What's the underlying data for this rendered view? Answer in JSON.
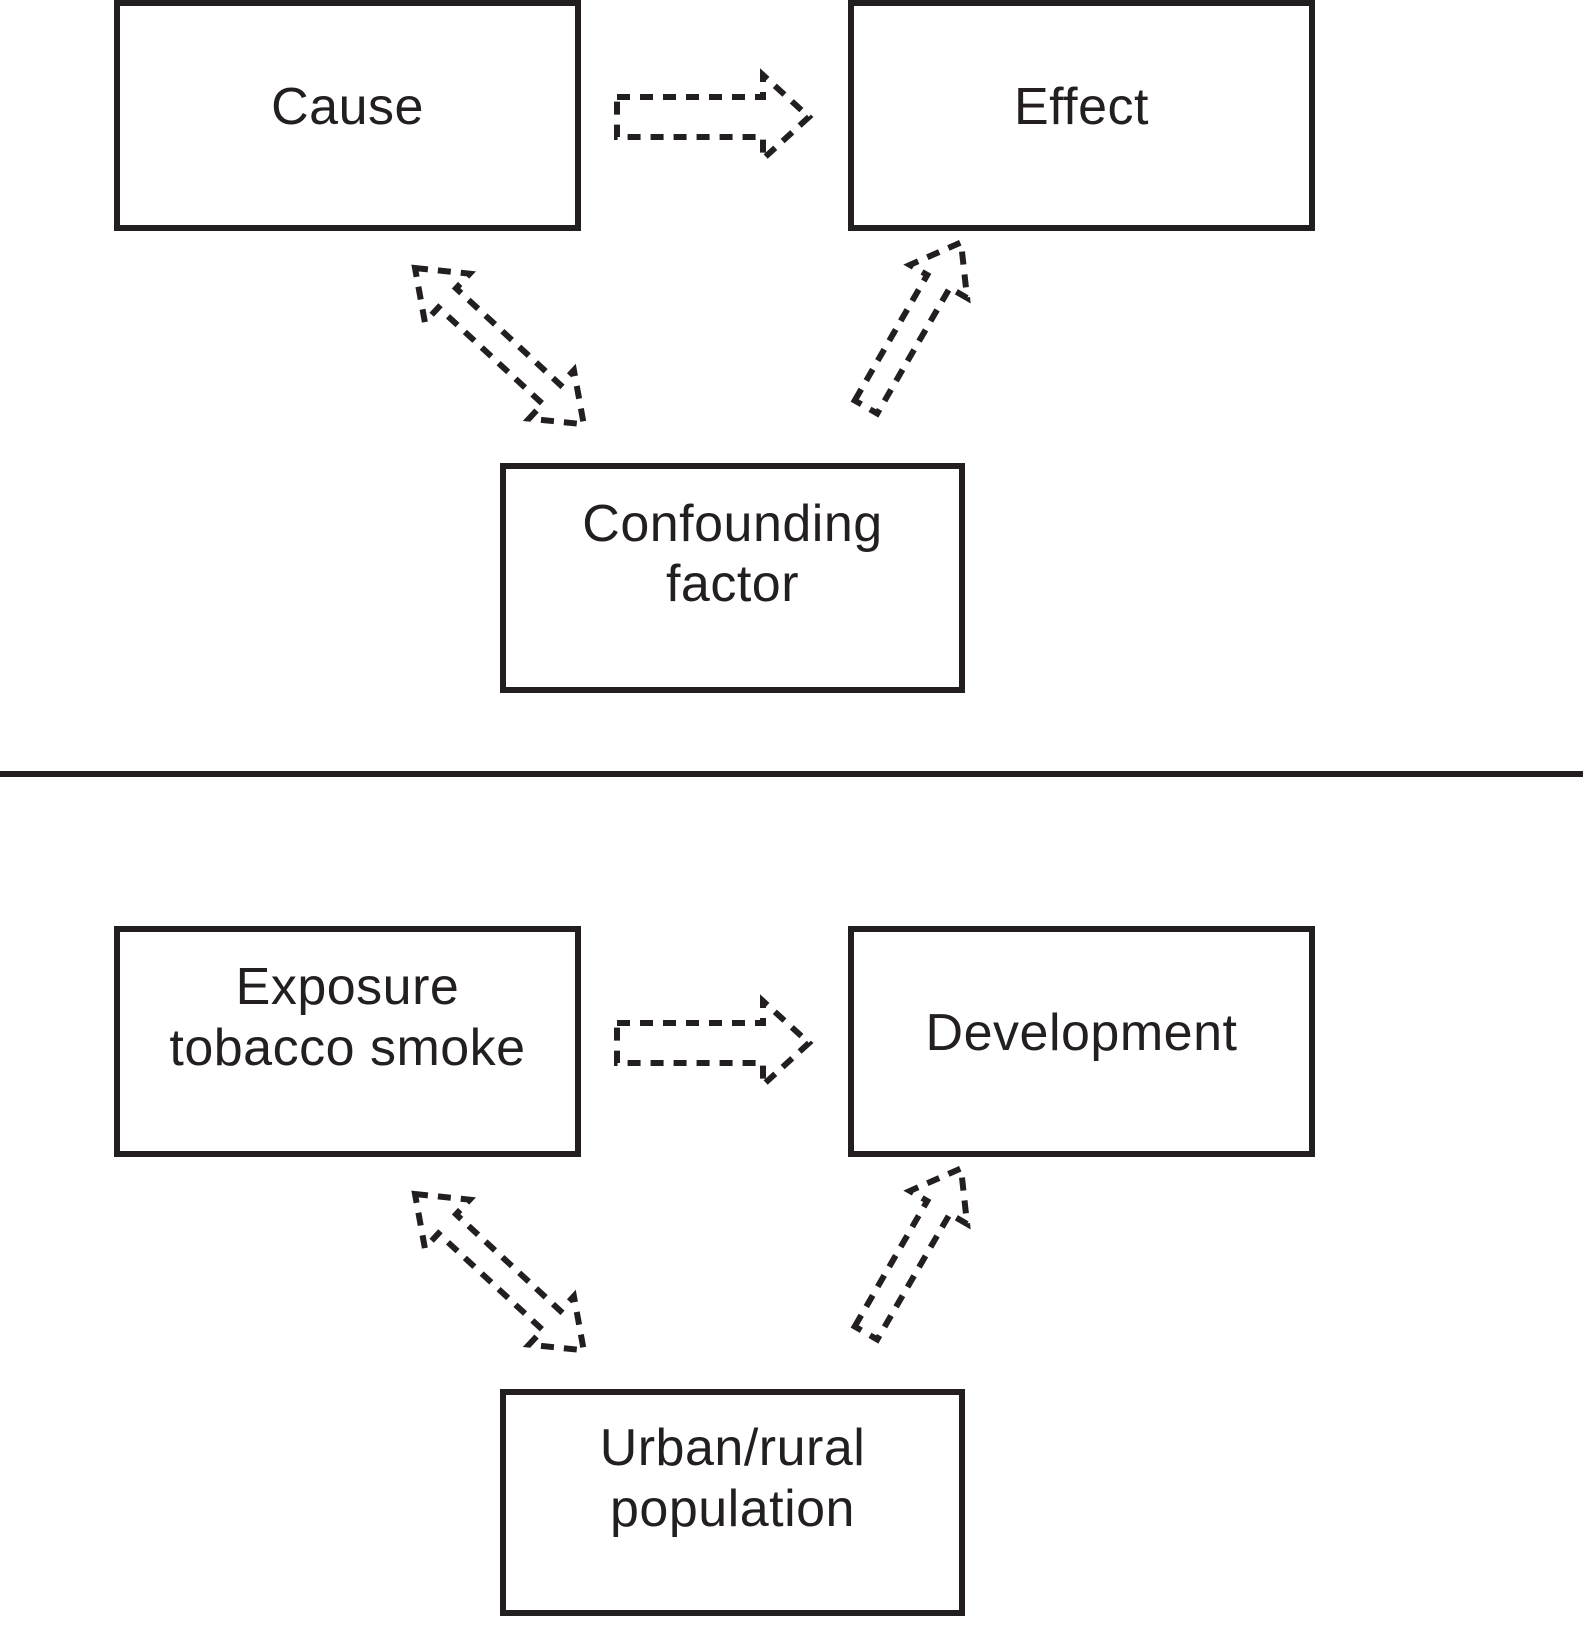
{
  "colors": {
    "ink": "#231f20",
    "background": "#ffffff"
  },
  "diagram": {
    "type": "confounding-factor-diagram",
    "top_panel": {
      "cause_box": "Cause",
      "effect_box": "Effect",
      "confounding_box": "Confounding\nfactor",
      "arrows": [
        {
          "name": "cause-to-effect",
          "style": "dashed-hollow-block-arrow",
          "direction": "right"
        },
        {
          "name": "cause-confounding",
          "style": "dashed-hollow-block-arrow",
          "direction": "double-headed-diagonal"
        },
        {
          "name": "confounding-to-effect",
          "style": "dashed-hollow-block-arrow",
          "direction": "up-right"
        }
      ]
    },
    "bottom_panel": {
      "exposure_box": "Exposure\ntobacco smoke",
      "development_box": "Development",
      "population_box": "Urban/rural\npopulation",
      "arrows": [
        {
          "name": "exposure-to-development",
          "style": "dashed-hollow-block-arrow",
          "direction": "right"
        },
        {
          "name": "exposure-population",
          "style": "dashed-hollow-block-arrow",
          "direction": "double-headed-diagonal"
        },
        {
          "name": "population-to-development",
          "style": "dashed-hollow-block-arrow",
          "direction": "up-right"
        }
      ]
    }
  }
}
